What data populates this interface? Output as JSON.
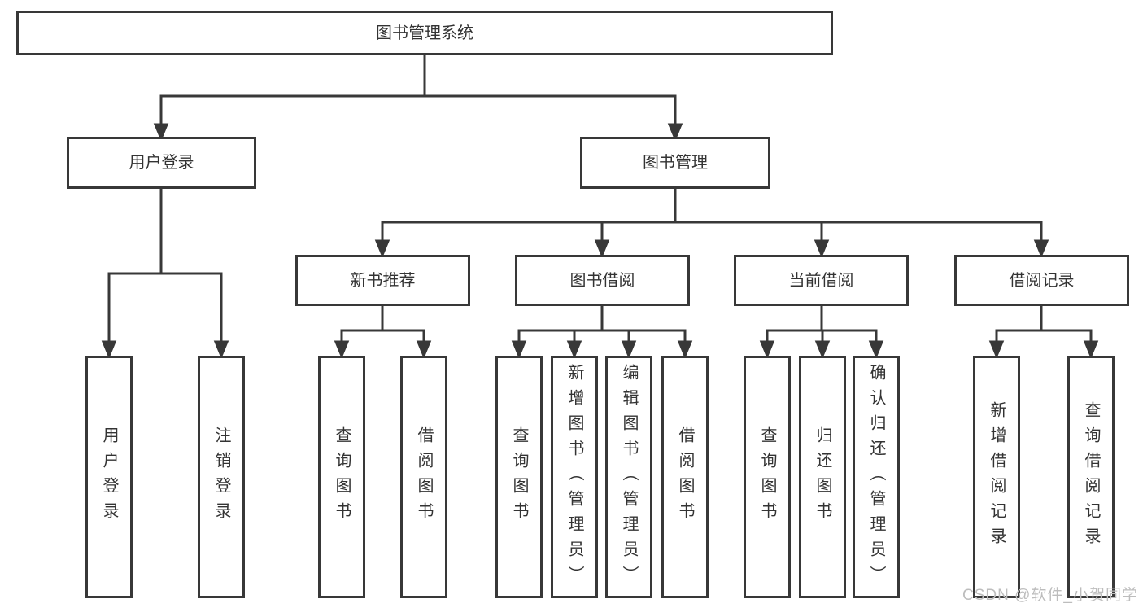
{
  "diagram": {
    "title": "图书管理系统",
    "tree": {
      "root": {
        "label": "图书管理系统"
      },
      "branches": [
        {
          "label": "用户登录",
          "children": [
            {
              "label": "用户登录"
            },
            {
              "label": "注销登录"
            }
          ]
        },
        {
          "label": "图书管理",
          "children": [
            {
              "label": "新书推荐",
              "children": [
                {
                  "label": "查询图书"
                },
                {
                  "label": "借阅图书"
                }
              ]
            },
            {
              "label": "图书借阅",
              "children": [
                {
                  "label": "查询图书"
                },
                {
                  "label": "新增图书（管理员）"
                },
                {
                  "label": "编辑图书（管理员）"
                },
                {
                  "label": "借阅图书"
                }
              ]
            },
            {
              "label": "当前借阅",
              "children": [
                {
                  "label": "查询图书"
                },
                {
                  "label": "归还图书"
                },
                {
                  "label": "确认归还（管理员）"
                }
              ]
            },
            {
              "label": "借阅记录",
              "children": [
                {
                  "label": "新增借阅记录"
                },
                {
                  "label": "查询借阅记录"
                }
              ]
            }
          ]
        }
      ]
    },
    "colors": {
      "line": "#383838",
      "text": "#333333",
      "box_background": "#ffffff",
      "watermark": "#bdbdbd",
      "background": "#ffffff"
    },
    "watermark": "CSDN @软件_小贺同学"
  }
}
